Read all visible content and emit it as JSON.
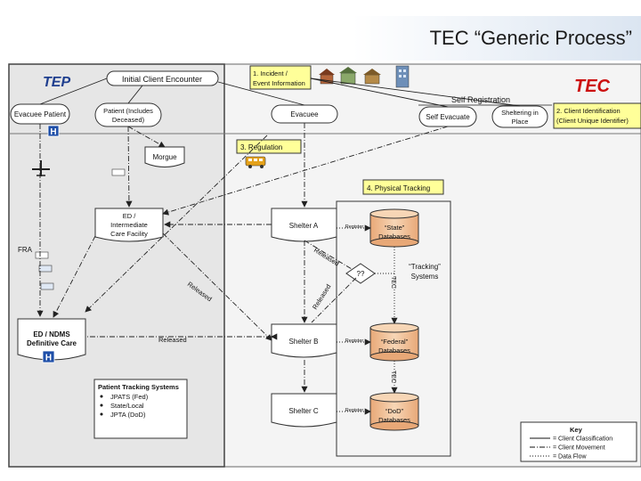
{
  "slide_title": "TEC “Generic Process”",
  "tep_label": "TEP",
  "tec_label": "TEC",
  "self_registration": "Self Registration",
  "nodes": {
    "initial_client_encounter": "Initial Client Encounter",
    "evacuee_patient": "Evacuee Patient",
    "patient_includes_deceased_1": "Patient (Includes",
    "patient_includes_deceased_2": "Deceased)",
    "evacuee": "Evacuee",
    "self_evacuate": "Self Evacuate",
    "sheltering_1": "Sheltering in",
    "sheltering_2": "Place",
    "morgue": "Morgue",
    "ed_1": "ED /",
    "ed_2": "Intermediate",
    "ed_3": "Care Facility",
    "shelter_a": "Shelter A",
    "shelter_b": "Shelter B",
    "shelter_c": "Shelter C",
    "ed_ndms_1": "ED / NDMS",
    "ed_ndms_2": "Definitive Care",
    "state_db_1": "“State”",
    "state_db_2": "Databases",
    "federal_db_1": "“Federal”",
    "federal_db_2": "Databases",
    "dod_db_1": "“DoD”",
    "dod_db_2": "Databases",
    "tracking_systems_1": "“Tracking”",
    "tracking_systems_2": "Systems",
    "decision": "??"
  },
  "steps": {
    "incident_1": "1. Incident /",
    "incident_2": "Event Information",
    "client_id_1": "2. Client Identification",
    "client_id_2": "(Client Unique Identifier)",
    "regulation": "3. Regulation",
    "physical_tracking": "4. Physical Tracking"
  },
  "edge_labels": {
    "released_1": "Released",
    "released_2": "Released",
    "released_3": "Released",
    "released_4": "Released",
    "register_a": "Register",
    "register_b": "Register",
    "register_c": "Register",
    "tec_vertical": "TEC",
    "tec_vertical_2": "TEC",
    "fra": "FRA"
  },
  "patient_tracking": {
    "title": "Patient Tracking Systems",
    "items": [
      "JPATS (Fed)",
      "State/Local",
      "JPTA (DoD)"
    ]
  },
  "key": {
    "title": "Key",
    "items": [
      "= Client Classification",
      "= Client Movement",
      "= Data Flow"
    ]
  },
  "colors": {
    "tep_blue": "#1f3f8f",
    "tec_red": "#cc1111",
    "callout_yellow": "#ffff99",
    "db_orange": "#f2c79a",
    "panel_gray": "#e8e8e8"
  }
}
